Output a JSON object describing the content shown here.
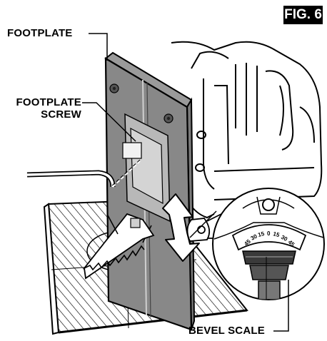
{
  "figure": {
    "badge": "FIG. 6",
    "labels": {
      "footplate": "FOOTPLATE",
      "footplate_screw_line1": "FOOTPLATE",
      "footplate_screw_line2": "SCREW",
      "bevel_scale": "BEVEL SCALE"
    },
    "bevel_scale_numbers": [
      "45",
      "30",
      "15",
      "0",
      "15",
      "30",
      "45"
    ]
  }
}
